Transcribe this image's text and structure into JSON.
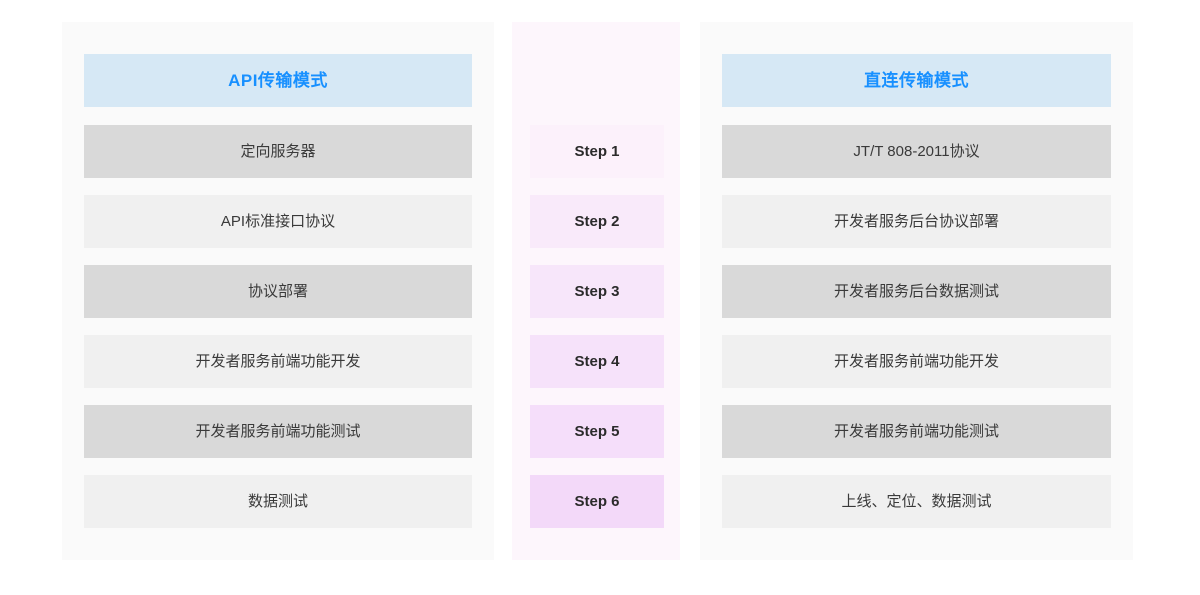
{
  "diagram": {
    "title_left": "API传输模式",
    "title_right": "直连传输模式",
    "colors": {
      "header_bg": "#d6e8f5",
      "header_text": "#1890ff",
      "row_dark": "#d9d9d9",
      "row_light": "#f0f0f0",
      "panel_bg": "#fafafa",
      "step_panel_bg": "#fdf6fc"
    }
  },
  "left_column": {
    "header": "API传输模式",
    "items": [
      {
        "label": "定向服务器",
        "tone": "dark"
      },
      {
        "label": "API标准接口协议",
        "tone": "light"
      },
      {
        "label": "协议部署",
        "tone": "dark"
      },
      {
        "label": "开发者服务前端功能开发",
        "tone": "light"
      },
      {
        "label": "开发者服务前端功能测试",
        "tone": "dark"
      },
      {
        "label": "数据测试",
        "tone": "light"
      }
    ]
  },
  "step_column": {
    "items": [
      {
        "label": "Step 1",
        "shade": "s1",
        "color": "#fcf1fb"
      },
      {
        "label": "Step 2",
        "shade": "s2",
        "color": "#f9eafa"
      },
      {
        "label": "Step 3",
        "shade": "s3",
        "color": "#f7e6fa"
      },
      {
        "label": "Step 4",
        "shade": "s4",
        "color": "#f6e2fa"
      },
      {
        "label": "Step 5",
        "shade": "s5",
        "color": "#f5defa"
      },
      {
        "label": "Step 6",
        "shade": "s6",
        "color": "#f3d9f9"
      }
    ]
  },
  "right_column": {
    "header": "直连传输模式",
    "items": [
      {
        "label": "JT/T 808-2011协议",
        "tone": "dark"
      },
      {
        "label": "开发者服务后台协议部署",
        "tone": "light"
      },
      {
        "label": "开发者服务后台数据测试",
        "tone": "dark"
      },
      {
        "label": "开发者服务前端功能开发",
        "tone": "light"
      },
      {
        "label": "开发者服务前端功能测试",
        "tone": "dark"
      },
      {
        "label": "上线、定位、数据测试",
        "tone": "light"
      }
    ]
  }
}
